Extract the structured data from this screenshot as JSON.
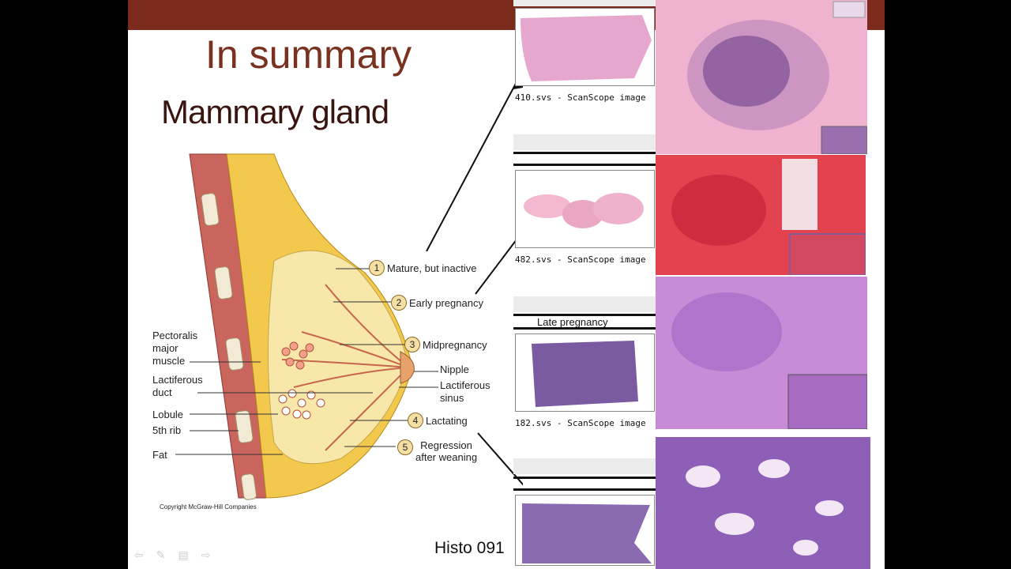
{
  "slide": {
    "title": "In summary",
    "subtitle": "Mammary gland",
    "copyright": "Copyright McGraw-Hill Companies",
    "footer": "Histo 091"
  },
  "diagram": {
    "labels": {
      "pectoralis": "Pectoralis\nmajor\nmuscle",
      "lactiferous_duct": "Lactiferous\nduct",
      "lobule": "Lobule",
      "rib": "5th rib",
      "fat": "Fat",
      "nipple": "Nipple",
      "lactiferous_sinus": "Lactiferous\nsinus"
    },
    "stages": [
      {
        "num": "1",
        "label": "Mature, but inactive"
      },
      {
        "num": "2",
        "label": "Early pregnancy"
      },
      {
        "num": "3",
        "label": "Midpregnancy"
      },
      {
        "num": "4",
        "label": "Lactating"
      },
      {
        "num": "5",
        "label": "Regression\nafter weaning"
      }
    ]
  },
  "slides_panel": {
    "captions": [
      "410.svs - ScanScope image",
      "482.svs - ScanScope image",
      "182.svs - ScanScope image"
    ],
    "late_label": "Late pregnancy"
  },
  "nav": {
    "icons": [
      "back-arrow-icon",
      "pen-icon",
      "menu-icon",
      "forward-arrow-icon"
    ]
  },
  "colors": {
    "topbar": "#7b2a1c",
    "title": "#7a3120",
    "muscle": "#c9655d",
    "fat": "#f2c94c",
    "histo_pink": "#e8a4c8",
    "histo_purple": "#8a5aa8"
  }
}
